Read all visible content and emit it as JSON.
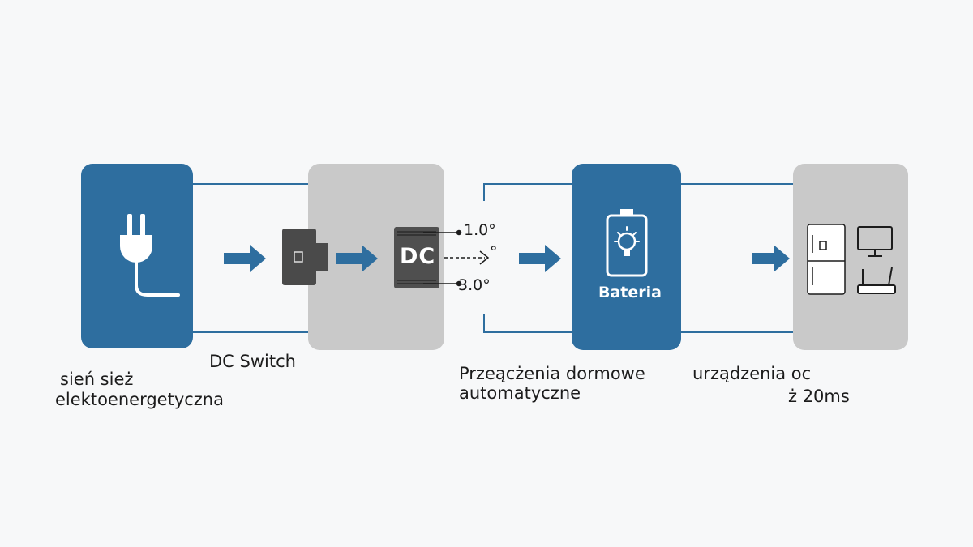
{
  "colors": {
    "primary_blue": "#2e6e9f",
    "panel_gray": "#c9c9c9",
    "device_dark": "#4a4a4a",
    "line_color": "#2e6e9f",
    "text": "#1c1c1c"
  },
  "nodes": {
    "grid": {
      "label_line1": "sień sież",
      "label_line2": "elektoenergetyczna",
      "icon": "plug-icon"
    },
    "switch": {
      "label": "DC Switch",
      "module_text": "DC",
      "icon": "switch-module-icon"
    },
    "switch_outputs": {
      "top_value": "1.0°",
      "mid_value": "°",
      "bottom_value": "3.0°"
    },
    "battery": {
      "label": "Bateria",
      "icon": "battery-bulb-icon"
    },
    "transfer": {
      "label_line1": "Przeącżenia dormowe",
      "label_line2": "automatyczne"
    },
    "appliances": {
      "label_line1": "urządzenia oc",
      "label_line2": "ż 20ms",
      "icons": [
        "fridge-icon",
        "monitor-icon",
        "router-icon"
      ]
    }
  }
}
